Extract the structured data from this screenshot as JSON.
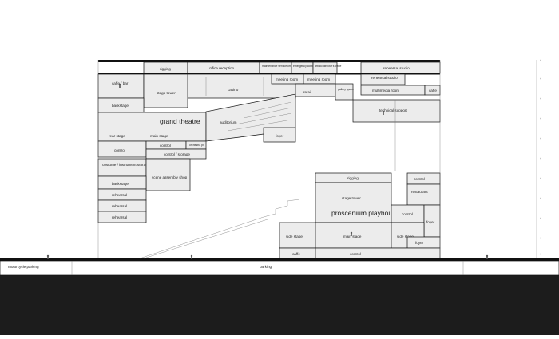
{
  "rooms": {
    "rigging_top": "rigging",
    "office_reception": "office reception",
    "maintenance": "maintenance service office",
    "emergency": "emergency control centre",
    "artistic": "artistic director's office",
    "rehearsal_studio_top": "rehearsal studio",
    "rehearsal_studio_2": "rehearsal studio",
    "cafe_bar": "caffe / bar",
    "meeting_room_1": "meeting room",
    "meeting_room_2": "meeting room",
    "casino": "casino",
    "stage_tower_top": "stage tower",
    "multimedia_room": "multimedia room",
    "caffe_right": "caffe",
    "retail": "retail",
    "gallery_space": "gallery space",
    "backstage_top": "backstage",
    "technical_support": "technical support",
    "grand_theatre": "grand theatre",
    "auditorium": "auditorium",
    "rear_stage": "rear stage",
    "main_stage_top": "main stage",
    "foyer_top": "foyer",
    "control_a": "control",
    "orchestra_pit": "orchestra pit",
    "control_b": "control",
    "control_storage": "control / storage",
    "costume_storage": "costume / instrument storage",
    "scene_assembly": "scene assembly shop",
    "backstage_mid": "backstage",
    "rehearsal_1": "rehearsal",
    "rehearsal_2": "rehearsal",
    "rehearsal_3": "rehearsal",
    "rigging_lower": "rigging",
    "control_r1": "control",
    "stage_tower_lower": "stage tower",
    "restaurant": "restaurant",
    "proscenium": "proscenium playhouse",
    "control_r2": "control",
    "foyer_right": "foyer",
    "side_stage_left": "side stage",
    "main_stage_lower": "main stage",
    "side_stage_right": "side stage",
    "foyer_bottom": "foyer",
    "caffe_bottom": "caffe",
    "control_bottom": "control",
    "motorcycle_parking": "motorcycle parking",
    "parking": "parking"
  }
}
